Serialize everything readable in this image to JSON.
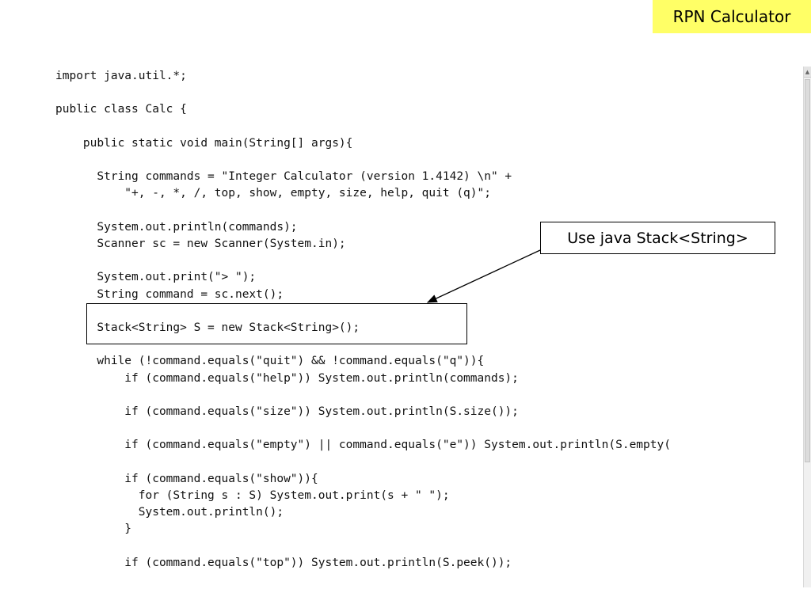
{
  "title": "RPN Calculator",
  "callout": "Use java Stack<String>",
  "code_lines": [
    "import java.util.*;",
    "",
    "public class Calc {",
    "",
    "    public static void main(String[] args){",
    "",
    "      String commands = \"Integer Calculator (version 1.4142) \\n\" +",
    "          \"+, -, *, /, top, show, empty, size, help, quit (q)\";",
    "",
    "      System.out.println(commands);",
    "      Scanner sc = new Scanner(System.in);",
    "",
    "      System.out.print(\"> \");",
    "      String command = sc.next();",
    "",
    "      Stack<String> S = new Stack<String>();",
    "",
    "      while (!command.equals(\"quit\") && !command.equals(\"q\")){",
    "          if (command.equals(\"help\")) System.out.println(commands);",
    "",
    "          if (command.equals(\"size\")) System.out.println(S.size());",
    "",
    "          if (command.equals(\"empty\") || command.equals(\"e\")) System.out.println(S.empty(",
    "",
    "          if (command.equals(\"show\")){",
    "            for (String s : S) System.out.print(s + \" \");",
    "            System.out.println();",
    "          }",
    "",
    "          if (command.equals(\"top\")) System.out.println(S.peek());"
  ],
  "colors": {
    "title_background": "#ffff66",
    "text": "#111111",
    "border": "#000000"
  },
  "icons": {
    "scroll_up": "scroll-up-arrow-icon"
  }
}
